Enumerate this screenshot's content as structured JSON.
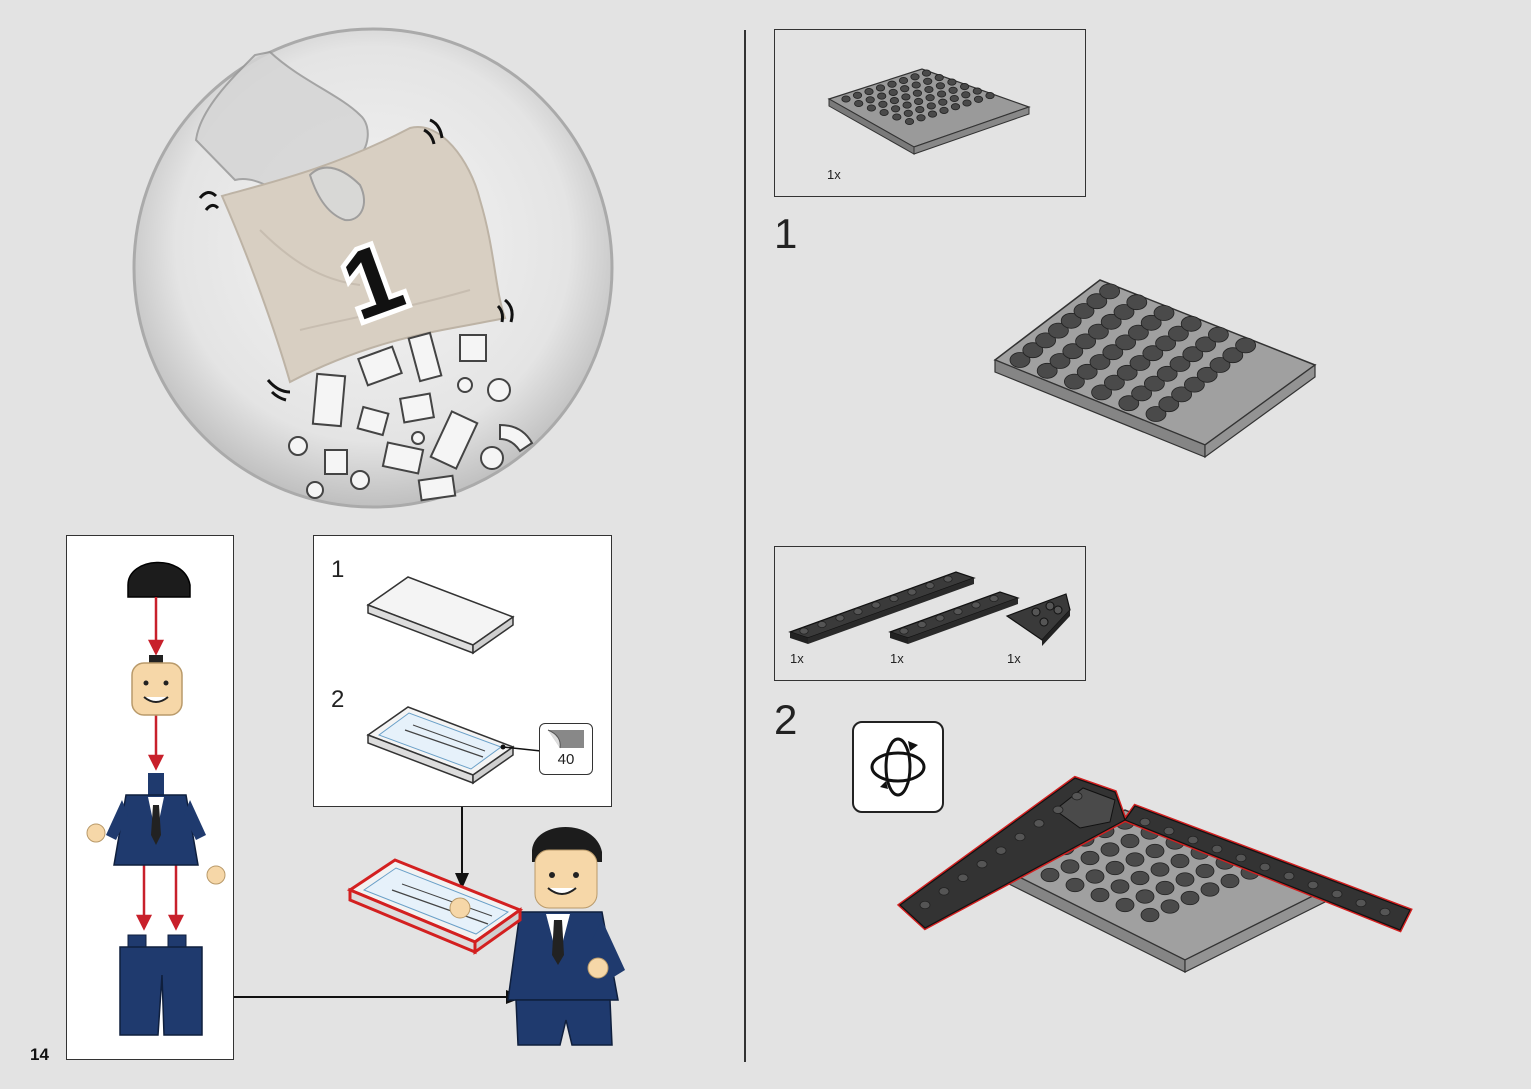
{
  "page_number": "14",
  "bag_number": "1",
  "minifig_parts_box": {},
  "sticker_box": {
    "sub1": "1",
    "sub2": "2",
    "sticker_number": "40"
  },
  "parts_box_1": {
    "qty": "1x"
  },
  "step1": {
    "number": "1"
  },
  "parts_box_2": {
    "qty_a": "1x",
    "qty_b": "1x",
    "qty_c": "1x"
  },
  "step2": {
    "number": "2",
    "rotate_icon": "rotate-model-icon"
  },
  "colors": {
    "background": "#e3e3e3",
    "highlight": "#d32020",
    "suit": "#1f3a6e",
    "plate": "#9a9a9a",
    "dark_plate": "#333333",
    "arrow": "#c8202b"
  }
}
